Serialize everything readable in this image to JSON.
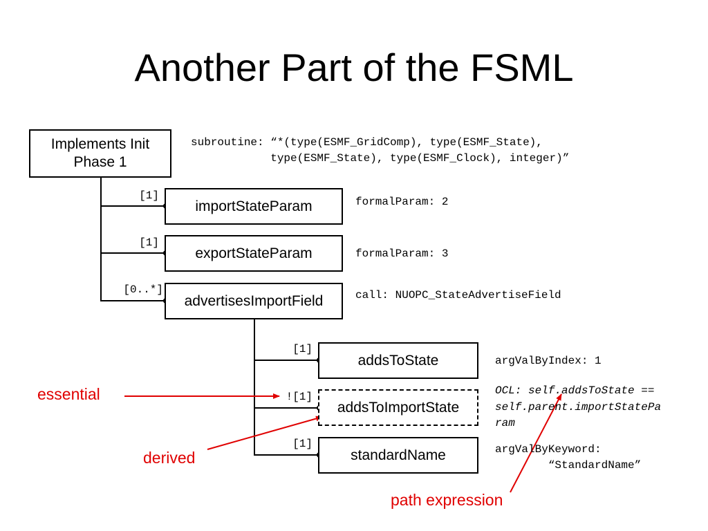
{
  "title": "Another Part of the FSML",
  "root": {
    "label_line1": "Implements Init",
    "label_line2": "Phase 1"
  },
  "subroutine_text": {
    "line1": "subroutine: “*(type(ESMF_GridComp), type(ESMF_State),",
    "line2": "            type(ESMF_State), type(ESMF_Clock), integer)”"
  },
  "nodes": [
    {
      "label": "importStateParam",
      "mult": "[1]",
      "annotation": "formalParam: 2"
    },
    {
      "label": "exportStateParam",
      "mult": "[1]",
      "annotation": "formalParam: 3"
    },
    {
      "label": "advertisesImportField",
      "mult": "[0..*]",
      "annotation": "call: NUOPC_StateAdvertiseField"
    }
  ],
  "child_nodes": [
    {
      "label": "addsToState",
      "mult": "[1]",
      "annotation": "argValByIndex: 1"
    },
    {
      "label": "addsToImportState",
      "mult": "![1]",
      "annotation_lines": [
        "OCL: self.addsToState ==",
        "self.parent.importStatePa",
        "ram"
      ]
    },
    {
      "label": "standardName",
      "mult": "[1]",
      "annotation_lines": [
        "argValByKeyword:",
        "        “StandardName”"
      ]
    }
  ],
  "callouts": {
    "essential": "essential",
    "derived": "derived",
    "path_expression": "path expression"
  },
  "colors": {
    "callout": "#e00000",
    "line": "#000000"
  }
}
